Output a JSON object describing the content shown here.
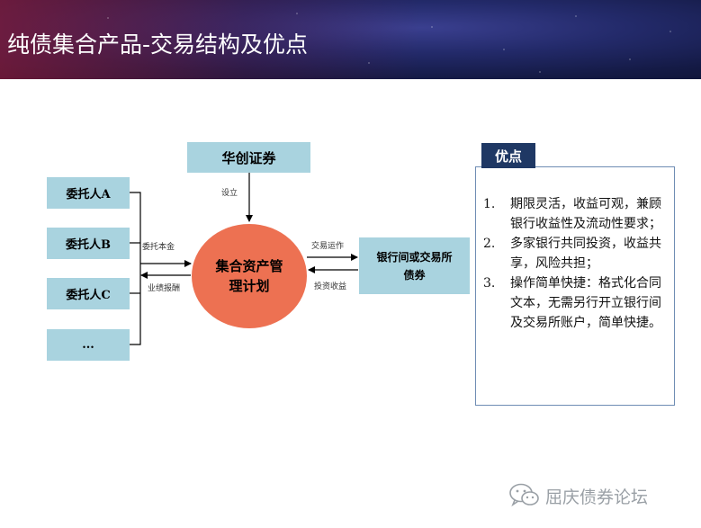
{
  "header": {
    "title": "纯债集合产品-交易结构及优点"
  },
  "diagram": {
    "top_box": "华创证券",
    "setup_label": "设立",
    "clients": [
      "委托人A",
      "委托人B",
      "委托人C",
      "..."
    ],
    "principal_label": "委托本金",
    "performance_label": "业绩报酬",
    "center": "集合资产管理计划",
    "trade_label": "交易运作",
    "return_label": "投资收益",
    "market_box": "银行间或交易所债券"
  },
  "advantages": {
    "heading": "优点",
    "items": [
      {
        "num": "1.",
        "text": "期限灵活，收益可观，兼顾银行收益性及流动性要求；"
      },
      {
        "num": "2.",
        "text": "多家银行共同投资，收益共享，风险共担；"
      },
      {
        "num": "3.",
        "text": "操作简单快捷：格式化合同文本，无需另行开立银行间及交易所账户，简单快捷。"
      }
    ]
  },
  "watermark": {
    "text": "屈庆债券论坛",
    "icon": "wechat-icon"
  }
}
